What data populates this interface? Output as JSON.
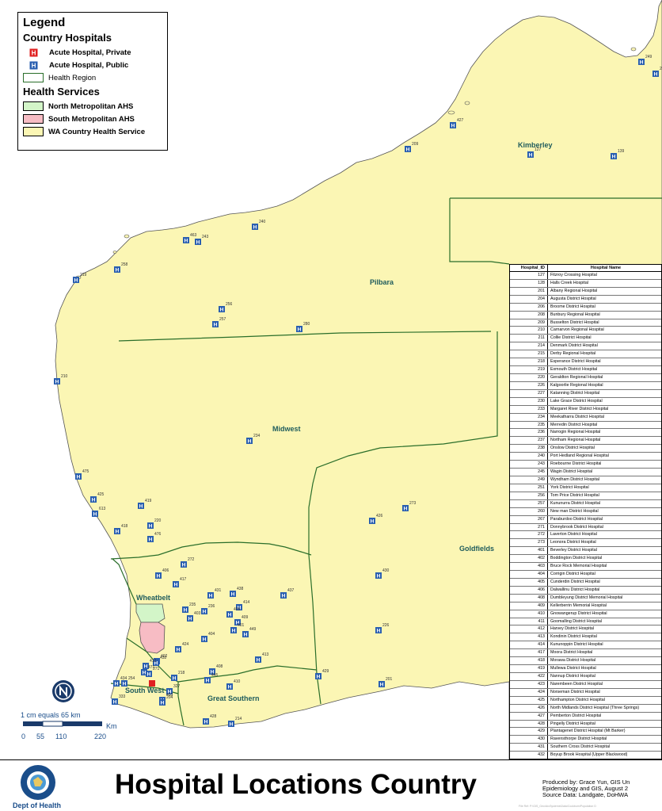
{
  "legend": {
    "title": "Legend",
    "country_hospitals_title": "Country Hospitals",
    "private_label": "Acute Hospital, Private",
    "public_label": "Acute Hospital, Public",
    "health_region_label": "Health Region",
    "health_services_title": "Health Services",
    "north_metro_label": "North Metropolitan AHS",
    "south_metro_label": "South Metropolitan AHS",
    "wa_country_label": "WA Country Health Service"
  },
  "colors": {
    "country": "#fbf6b4",
    "north_metro": "#d3f5c8",
    "south_metro": "#f7bcc4",
    "ocean": "#ffffff",
    "icon_public": "#2a5fb0",
    "icon_private": "#e02020",
    "region_text": "#1f5c5c"
  },
  "regions": {
    "kimberley": "Kimberley",
    "pilbara": "Pilbara",
    "midwest": "Midwest",
    "goldfields": "Goldfields",
    "wheatbelt": "Wheatbelt",
    "south_west": "South West",
    "great_southern": "Great Southern"
  },
  "map_labels": [
    "209",
    "127",
    "139",
    "249",
    "240",
    "463",
    "243",
    "219",
    "256",
    "257",
    "280",
    "258",
    "210",
    "234",
    "475",
    "425",
    "419",
    "613",
    "220",
    "418",
    "476",
    "426",
    "273",
    "272",
    "406",
    "417",
    "437",
    "431",
    "438",
    "414",
    "235",
    "236",
    "405",
    "409",
    "403",
    "401",
    "449",
    "404",
    "413",
    "429",
    "430",
    "226",
    "424",
    "402",
    "412",
    "408",
    "410",
    "445",
    "271",
    "433",
    "327",
    "428",
    "214",
    "201",
    "218",
    "432",
    "434",
    "333",
    "204",
    "471",
    "427",
    "265",
    "254"
  ],
  "table": {
    "col_id": "Hospital_ID",
    "col_name": "Hospital Name",
    "rows": [
      [
        "127",
        "Fitzroy Crossing Hospital"
      ],
      [
        "128",
        "Halls Creek Hospital"
      ],
      [
        "201",
        "Albany Regional Hospital"
      ],
      [
        "204",
        "Augusta District Hospital"
      ],
      [
        "206",
        "Broome District Hospital"
      ],
      [
        "208",
        "Bunbury Regional Hospital"
      ],
      [
        "209",
        "Busselton District Hospital"
      ],
      [
        "210",
        "Carnarvon Regional Hospital"
      ],
      [
        "211",
        "Collie District Hospital"
      ],
      [
        "214",
        "Denmark District Hospital"
      ],
      [
        "215",
        "Derby Regional Hospital"
      ],
      [
        "218",
        "Esperance District Hospital"
      ],
      [
        "219",
        "Exmouth District Hospital"
      ],
      [
        "220",
        "Geraldton Regional Hospital"
      ],
      [
        "226",
        "Kalgoorlie Regional Hospital"
      ],
      [
        "227",
        "Katanning District Hospital"
      ],
      [
        "230",
        "Lake Grace District Hospital"
      ],
      [
        "233",
        "Margaret River District Hospital"
      ],
      [
        "234",
        "Meekatharra District Hospital"
      ],
      [
        "235",
        "Merredin District Hospital"
      ],
      [
        "236",
        "Narrogin Regional Hospital"
      ],
      [
        "237",
        "Northam Regional Hospital"
      ],
      [
        "238",
        "Onslow District Hospital"
      ],
      [
        "240",
        "Port Hedland Regional Hospital"
      ],
      [
        "243",
        "Roebourne District Hospital"
      ],
      [
        "245",
        "Wagin District Hospital"
      ],
      [
        "249",
        "Wyndham District Hospital"
      ],
      [
        "251",
        "York District Hospital"
      ],
      [
        "256",
        "Tom Price District Hospital"
      ],
      [
        "257",
        "Kununurra District Hospital"
      ],
      [
        "260",
        "New man District Hospital"
      ],
      [
        "267",
        "Paraburdoo District Hospital"
      ],
      [
        "271",
        "Donnybrook District Hospital"
      ],
      [
        "272",
        "Laverton District Hospital"
      ],
      [
        "273",
        "Leonora District Hospital"
      ],
      [
        "401",
        "Beverley District Hospital"
      ],
      [
        "402",
        "Boddington District Hospital"
      ],
      [
        "403",
        "Bruce Rock Memorial Hospital"
      ],
      [
        "404",
        "Corrigin District Hospital"
      ],
      [
        "405",
        "Cunderdin District Hospital"
      ],
      [
        "406",
        "Dalwallinu District Hospital"
      ],
      [
        "408",
        "Dumbleyung District Memorial Hospital"
      ],
      [
        "409",
        "Kellerberrin Memorial Hospital"
      ],
      [
        "410",
        "Gnowangerup District Hospital"
      ],
      [
        "411",
        "Goomalling District Hospital"
      ],
      [
        "412",
        "Harvey District Hospital"
      ],
      [
        "413",
        "Kondinin District Hospital"
      ],
      [
        "414",
        "Kununoppin District Hospital"
      ],
      [
        "417",
        "Moora District Hospital"
      ],
      [
        "418",
        "Morawa District Hospital"
      ],
      [
        "419",
        "Mullewa District Hospital"
      ],
      [
        "422",
        "Nannup District Hospital"
      ],
      [
        "423",
        "Narembeen District Hospital"
      ],
      [
        "424",
        "Norseman District Hospital"
      ],
      [
        "425",
        "Northampton District Hospital"
      ],
      [
        "426",
        "North Midlands District Hospital (Three Springs)"
      ],
      [
        "427",
        "Pemberton District Hospital"
      ],
      [
        "428",
        "Pingelly District Hospital"
      ],
      [
        "429",
        "Plantagenet District Hospital (Mt Barker)"
      ],
      [
        "430",
        "Ravensthorpe District Hospital"
      ],
      [
        "431",
        "Southern Cross District Hospital"
      ],
      [
        "432",
        "Boyup Brook Hospital (Upper Blackwood)"
      ]
    ]
  },
  "scale": {
    "text": "1 cm equals 65 km",
    "ticks": [
      "0",
      "55",
      "110",
      "220"
    ],
    "unit": "Km"
  },
  "title": "Hospital Locations Country",
  "credits": [
    "Produced by: Grace Yun, GIS Un",
    "Epidemiology and GIS, August 2",
    "Source Data: Landgate, DoHWA"
  ],
  "file_path": "File Ref: P:\\GIS_Geo\\ArcSystems\\Data\\Cockburn\\Population D",
  "logo": {
    "ring_text": "GOVERNMENT OF WESTERN AUSTRALIA",
    "dept": "Dept of Health"
  }
}
